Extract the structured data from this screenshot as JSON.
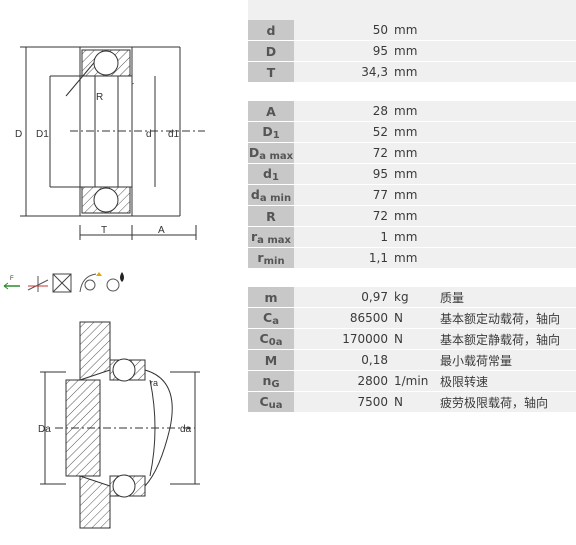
{
  "top_drawing_labels": {
    "D": "D",
    "D1": "D1",
    "d": "d",
    "d1": "d1",
    "R": "R",
    "r": "r",
    "T": "T",
    "A": "A"
  },
  "bottom_drawing_labels": {
    "Da": "Da",
    "da": "da",
    "ra": "ra"
  },
  "table1": [
    {
      "sym": "d",
      "sub": "",
      "value": "50",
      "unit": "mm"
    },
    {
      "sym": "D",
      "sub": "",
      "value": "95",
      "unit": "mm"
    },
    {
      "sym": "T",
      "sub": "",
      "value": "34,3",
      "unit": "mm"
    }
  ],
  "table2": [
    {
      "sym": "A",
      "sub": "",
      "value": "28",
      "unit": "mm"
    },
    {
      "sym": "D",
      "sub": "1",
      "value": "52",
      "unit": "mm"
    },
    {
      "sym": "D",
      "sub": "a max",
      "value": "72",
      "unit": "mm"
    },
    {
      "sym": "d",
      "sub": "1",
      "value": "95",
      "unit": "mm"
    },
    {
      "sym": "d",
      "sub": "a min",
      "value": "77",
      "unit": "mm"
    },
    {
      "sym": "R",
      "sub": "",
      "value": "72",
      "unit": "mm"
    },
    {
      "sym": "r",
      "sub": "a max",
      "value": "1",
      "unit": "mm"
    },
    {
      "sym": "r",
      "sub": "min",
      "value": "1,1",
      "unit": "mm"
    }
  ],
  "table3": [
    {
      "sym": "m",
      "sub": "",
      "value": "0,97",
      "unit": "kg",
      "desc": "质量"
    },
    {
      "sym": "C",
      "sub": "a",
      "value": "86500",
      "unit": "N",
      "desc": "基本额定动载荷，轴向"
    },
    {
      "sym": "C",
      "sub": "0a",
      "value": "170000",
      "unit": "N",
      "desc": "基本额定静载荷，轴向"
    },
    {
      "sym": "M",
      "sub": "",
      "value": "0,18",
      "unit": "",
      "desc": "最小载荷常量"
    },
    {
      "sym": "n",
      "sub": "G",
      "value": "2800",
      "unit": "1/min",
      "desc": "极限转速"
    },
    {
      "sym": "C",
      "sub": "ua",
      "value": "7500",
      "unit": "N",
      "desc": "疲劳极限载荷，轴向"
    }
  ],
  "icons": [
    "axial-load-icon",
    "misalignment-icon",
    "not-separable-icon",
    "lubrication-icon",
    "grease-icon"
  ]
}
